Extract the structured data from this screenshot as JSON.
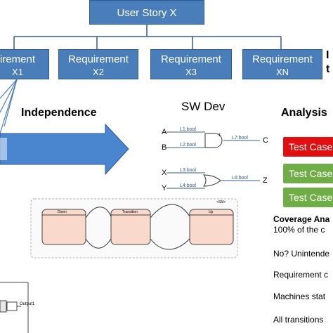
{
  "colors": {
    "box_fill": "#4a7ebb",
    "arrow_fill": "#4a86d0",
    "fail": "#e01010",
    "pass": "#70ad47"
  },
  "user_story": "User Story X",
  "requirements": [
    {
      "title": "irement",
      "sub": "X1"
    },
    {
      "title": "Requirement",
      "sub": "X2"
    },
    {
      "title": "Requirement",
      "sub": "X3"
    },
    {
      "title": "Requirement",
      "sub": "XN"
    }
  ],
  "edge_text": {
    "a": "I",
    "b": "t"
  },
  "independence": "Independence",
  "sw_dev": "SW Dev",
  "analysis": "Analysis",
  "logic": {
    "inputs": [
      "A",
      "B",
      "X",
      "Y"
    ],
    "outputs": [
      "C",
      "Z"
    ],
    "signals": [
      "L1:bool",
      "L2:bool",
      "L7:bool",
      "L3:bool",
      "L4:bool",
      "L6:bool"
    ],
    "gate_num": "1"
  },
  "state_machine": {
    "tag": "<SM>",
    "states": [
      "Down",
      "Transition",
      "Up"
    ]
  },
  "test_cases": [
    {
      "label": "Test Case",
      "status": "fail"
    },
    {
      "label": "Test Case",
      "status": "pass"
    },
    {
      "label": "Test Case",
      "status": "pass"
    }
  ],
  "coverage_title": "Coverage Ana",
  "coverage_sub": "100% of the c",
  "notes": [
    "No? Unintende",
    "Requirement c",
    "Machines stat",
    "All transitions"
  ],
  "small_diagram_text": {
    "out": "Output1"
  }
}
